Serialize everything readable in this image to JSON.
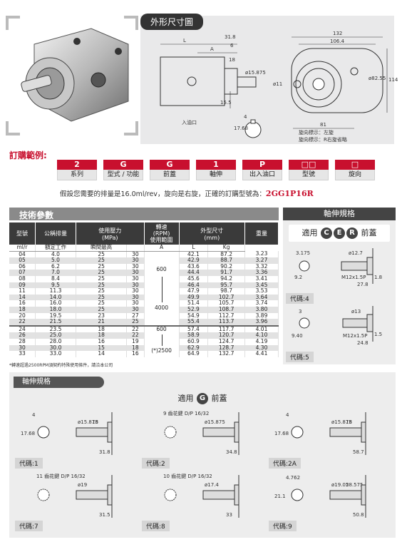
{
  "outline_title": "外形尺寸圖",
  "drawing": {
    "labels": {
      "L": "L",
      "A": "A",
      "d31_8": "31.8",
      "d6": "6",
      "d18": "18",
      "d15_875": "ø15.875",
      "d15_5": "15.5",
      "d17_68": "17.68",
      "d4": "4",
      "d132": "132",
      "d106_4": "106.4",
      "d11": "ø11",
      "d82_55": "ø82.55",
      "d114": "114",
      "d81": "81",
      "inlet": "入油口",
      "rot_left": "旋向標示：左旋",
      "rot_right": "旋向標示：R右旋省略"
    }
  },
  "order_example": {
    "title": "訂購範例:",
    "codes": [
      {
        "value": "2",
        "label": "系列"
      },
      {
        "value": "G",
        "label": "型式 / 功能"
      },
      {
        "value": "G",
        "label": "前蓋"
      },
      {
        "value": "1",
        "label": "軸伸"
      },
      {
        "value": "P",
        "label": "出入油口"
      },
      {
        "value": "□□",
        "label": "型號"
      },
      {
        "value": "□",
        "label": "旋向"
      }
    ],
    "note": "假設您需要的排量是16.0ml/rev，旋向是右旋，正確的訂購型號為：",
    "model": "2GG1P16R"
  },
  "tech": {
    "title": "技術參數",
    "headers": {
      "model": "型號",
      "displacement": "公稱排量",
      "pressure": "使用壓力\n(MPa)",
      "speed": "轉速\n(RPM)\n使用範圍",
      "dims": "外型尺寸\n(mm)",
      "weight": "重量"
    },
    "sub": {
      "disp_unit": "ml/r",
      "rated": "額定工作",
      "max": "瞬間最高",
      "a": "A",
      "l": "L",
      "kg": "Kg"
    },
    "rows": [
      [
        "04",
        "4.0",
        "25",
        "30",
        "42.1",
        "87.2",
        "3.23"
      ],
      [
        "05",
        "5.0",
        "25",
        "30",
        "42.9",
        "88.7",
        "3.27"
      ],
      [
        "06",
        "6.2",
        "25",
        "30",
        "43.6",
        "90.2",
        "3.32"
      ],
      [
        "07",
        "7.0",
        "25",
        "30",
        "44.4",
        "91.7",
        "3.36"
      ],
      [
        "08",
        "8.4",
        "25",
        "30",
        "45.6",
        "94.2",
        "3.41"
      ],
      [
        "09",
        "9.5",
        "25",
        "30",
        "46.4",
        "95.7",
        "3.45"
      ],
      [
        "11",
        "11.3",
        "25",
        "30",
        "47.9",
        "98.7",
        "3.53"
      ],
      [
        "14",
        "14.0",
        "25",
        "30",
        "49.9",
        "102.7",
        "3.64"
      ],
      [
        "16",
        "16.0",
        "25",
        "30",
        "51.4",
        "105.7",
        "3.74"
      ],
      [
        "18",
        "18.0",
        "25",
        "30",
        "52.9",
        "108.7",
        "3.80"
      ],
      [
        "20",
        "19.5",
        "23",
        "27",
        "54.9",
        "112.7",
        "3.89"
      ],
      [
        "22",
        "21.5",
        "21",
        "25",
        "55.4",
        "113.7",
        "3.96"
      ],
      [
        "24",
        "23.5",
        "18",
        "22",
        "57.4",
        "117.7",
        "4.01"
      ],
      [
        "26",
        "25.0",
        "18",
        "22",
        "58.9",
        "120.7",
        "4.10"
      ],
      [
        "28",
        "28.0",
        "16",
        "19",
        "60.9",
        "124.7",
        "4.19"
      ],
      [
        "30",
        "30.0",
        "15",
        "18",
        "62.9",
        "128.7",
        "4.30"
      ],
      [
        "33",
        "33.0",
        "14",
        "16",
        "64.9",
        "132.7",
        "4.41"
      ]
    ],
    "speed_labels": {
      "s600a": "600",
      "s4000": "4000",
      "s600b": "600",
      "s2500": "(*)2500"
    },
    "footnote": "*轉速超過2500RPM須契約特殊使用條件，請洽本公司"
  },
  "shaft_right": {
    "title": "軸伸規格",
    "applies_prefix": "適用",
    "letters": [
      "C",
      "E",
      "R"
    ],
    "applies_suffix": "前蓋",
    "code4": "代碼:4",
    "code5": "代碼:5",
    "dims4": {
      "a": "3.175",
      "b": "ø12.7",
      "c": "9.2",
      "d": "M12x1.5P",
      "e": "1.8",
      "f": "27.8"
    },
    "dims5": {
      "a": "3",
      "b": "ø13",
      "c": "9.40",
      "d": "M12x1.5P",
      "e": "1.5",
      "f": "24.8"
    }
  },
  "shaft_bottom": {
    "title": "軸伸規格",
    "applies_prefix": "適用",
    "letter": "G",
    "applies_suffix": "前蓋",
    "codes": [
      {
        "tag": "代碼:1",
        "d1": "4",
        "d2": "17.68",
        "d3": "ø15.875",
        "d4": "18",
        "d5": "31.8"
      },
      {
        "tag": "代碼:2",
        "spline": "9 齒花鍵\nD/P 16/32",
        "d3": "ø15.875",
        "d5": "34.8"
      },
      {
        "tag": "代碼:2A",
        "d1": "4",
        "d2": "17.68",
        "d3": "ø15.875",
        "d4": "18",
        "d5": "58.7"
      },
      {
        "tag": "代碼:7",
        "spline": "11 齒花鍵\nD/P 16/32",
        "d3": "ø19",
        "d5": "31.5"
      },
      {
        "tag": "代碼:8",
        "spline": "10 齒花鍵\nD/P 16/32",
        "d3": "ø17.4",
        "d5": "33"
      },
      {
        "tag": "代碼:9",
        "d1": "4.762",
        "d2": "21.1",
        "d3": "ø19.05",
        "d4": "28.575",
        "d5": "50.8"
      }
    ]
  }
}
